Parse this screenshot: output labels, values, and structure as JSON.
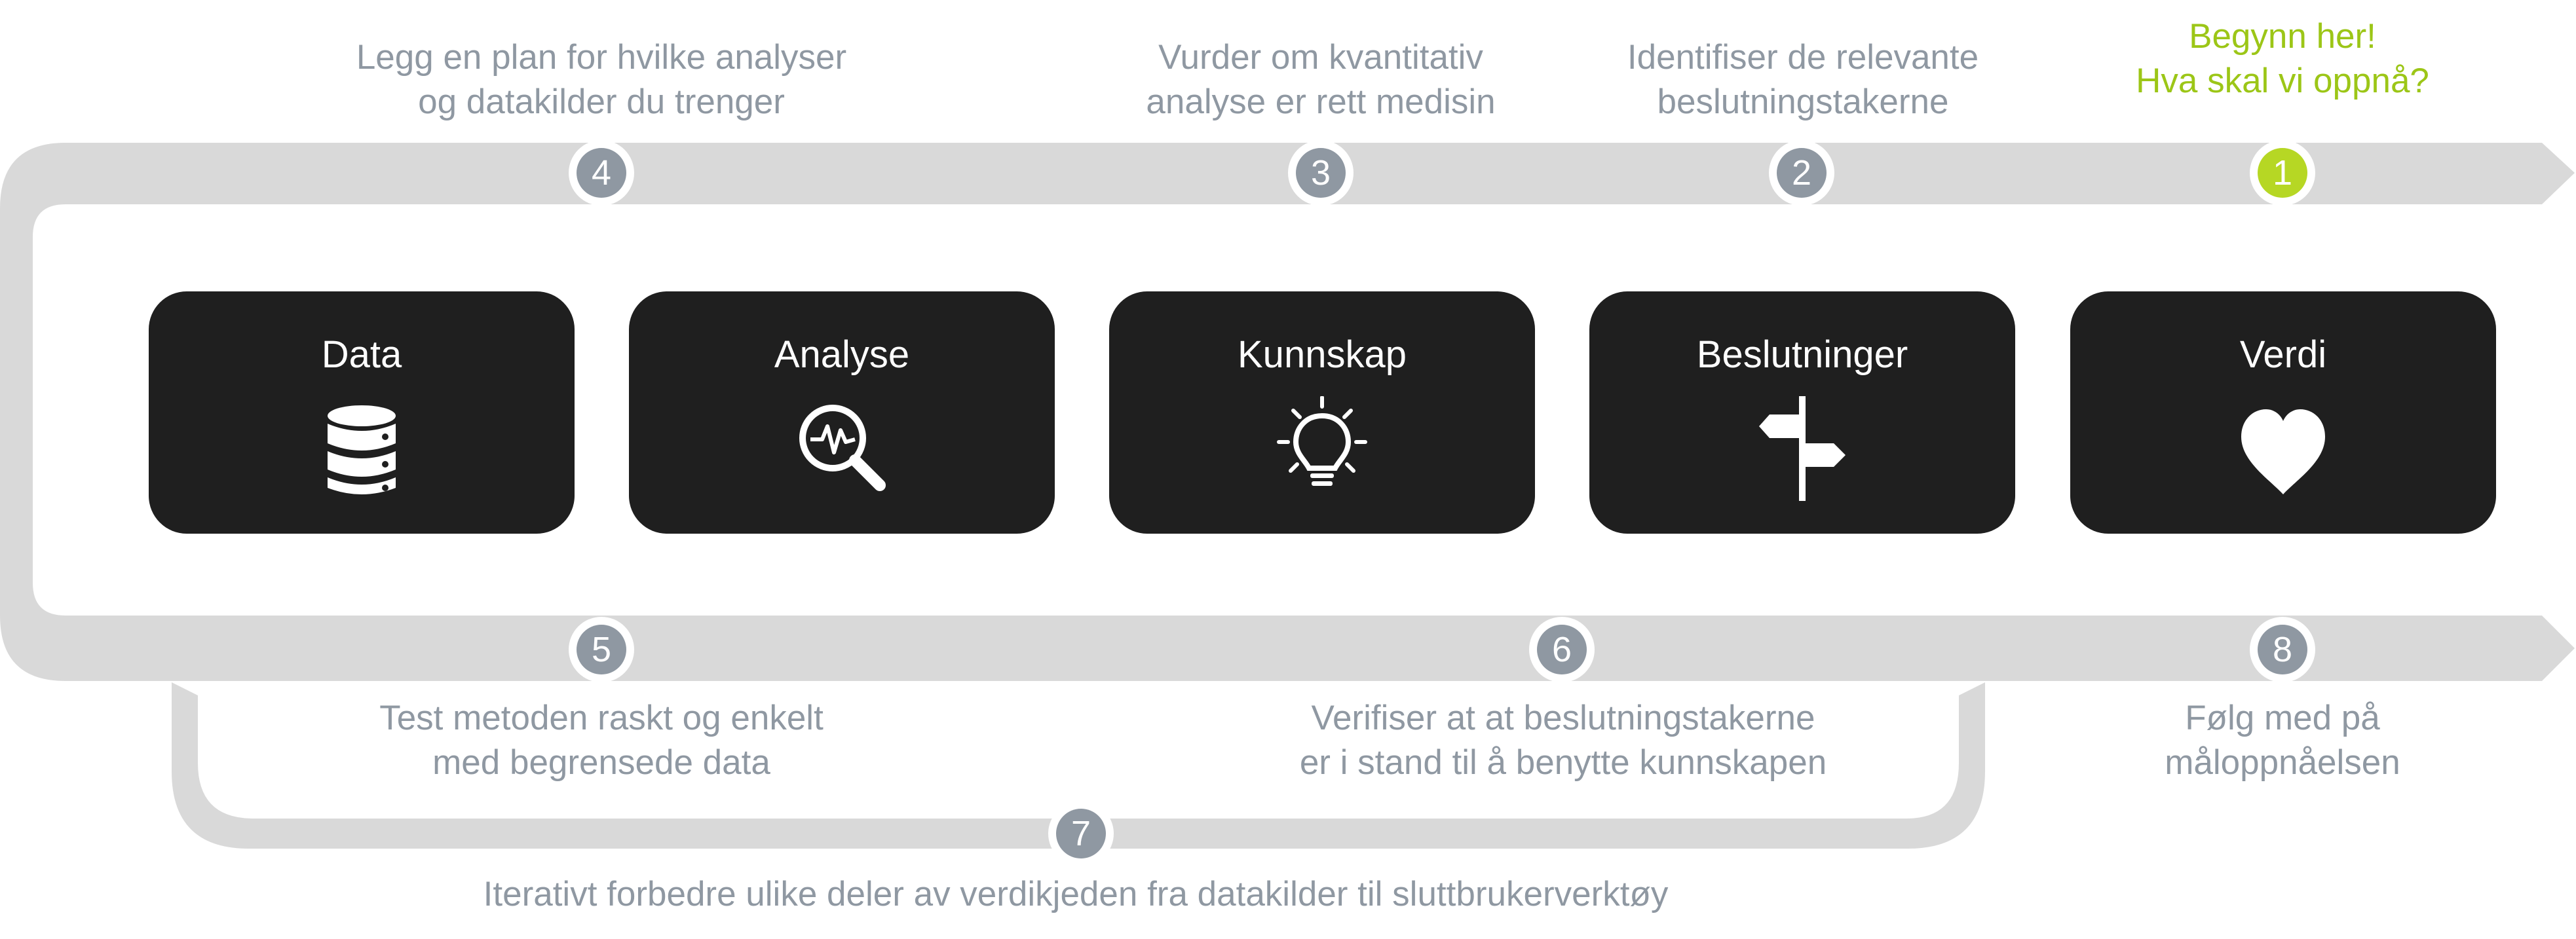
{
  "colors": {
    "track": "#d9d9d9",
    "badge": "#8f98a2",
    "badge_start": "#b6d724",
    "text": "#8f98a2",
    "highlight": "#9cc617",
    "box": "#1f1f1f"
  },
  "start": {
    "line1": "Begynn her!",
    "line2": "Hva skal vi oppnå?"
  },
  "steps": [
    {
      "number": "1"
    },
    {
      "number": "2",
      "line1": "Identifiser de relevante",
      "line2": "beslutningstakerne"
    },
    {
      "number": "3",
      "line1": "Vurder om kvantitativ",
      "line2": "analyse er rett medisin"
    },
    {
      "number": "4",
      "line1": "Legg en plan for hvilke analyser",
      "line2": "og datakilder du trenger"
    },
    {
      "number": "5",
      "line1": "Test metoden raskt og enkelt",
      "line2": "med begrensede data"
    },
    {
      "number": "6",
      "line1": "Verifiser at at beslutningstakerne",
      "line2": "er i stand til å benytte kunnskapen"
    },
    {
      "number": "7",
      "line1": "Iterativt forbedre ulike deler av verdikjeden fra datakilder til sluttbrukerverktøy"
    },
    {
      "number": "8",
      "line1": "Følg med på",
      "line2": "måloppnåelsen"
    }
  ],
  "boxes": [
    {
      "title": "Data",
      "icon": "database-icon"
    },
    {
      "title": "Analyse",
      "icon": "magnifier-analytics-icon"
    },
    {
      "title": "Kunnskap",
      "icon": "lightbulb-icon"
    },
    {
      "title": "Beslutninger",
      "icon": "signpost-icon"
    },
    {
      "title": "Verdi",
      "icon": "heart-icon"
    }
  ]
}
